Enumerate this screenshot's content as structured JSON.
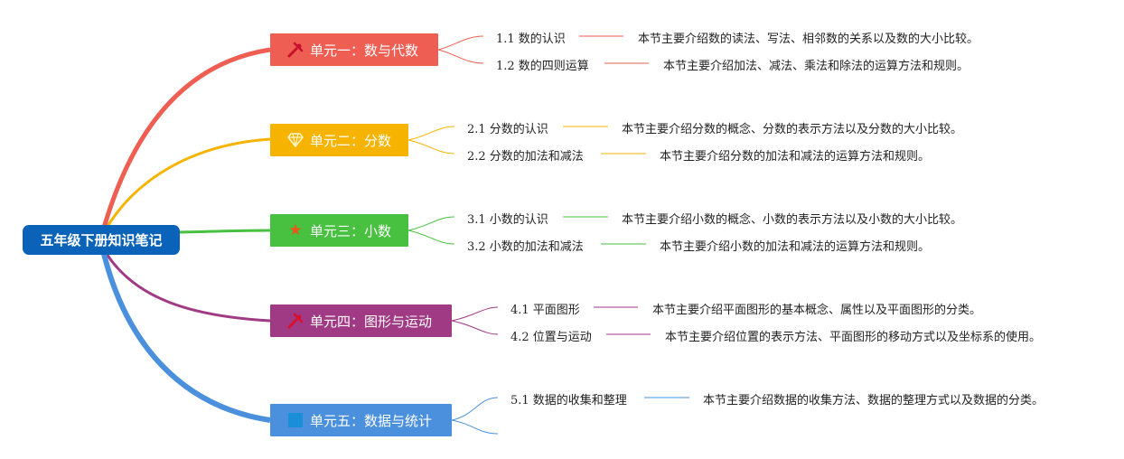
{
  "root": {
    "label": "五年级下册知识笔记"
  },
  "units": [
    {
      "label": "单元一：数与代数",
      "color": "#ee5e52",
      "icon": "tools-icon",
      "topics": [
        {
          "title": "1.1 数的认识",
          "desc": "本节主要介绍数的读法、写法、相邻数的关系以及数的大小比较。"
        },
        {
          "title": "1.2 数的四则运算",
          "desc": "本节主要介绍加法、减法、乘法和除法的运算方法和规则。"
        }
      ]
    },
    {
      "label": "单元二：分数",
      "color": "#f6b300",
      "icon": "diamond-icon",
      "topics": [
        {
          "title": "2.1 分数的认识",
          "desc": "本节主要介绍分数的概念、分数的表示方法以及分数的大小比较。"
        },
        {
          "title": "2.2 分数的加法和减法",
          "desc": "本节主要介绍分数的加法和减法的运算方法和规则。"
        }
      ]
    },
    {
      "label": "单元三：小数",
      "color": "#47c13f",
      "icon": "star-icon",
      "topics": [
        {
          "title": "3.1 小数的认识",
          "desc": "本节主要介绍小数的概念、小数的表示方法以及小数的大小比较。"
        },
        {
          "title": "3.2 小数的加法和减法",
          "desc": "本节主要介绍小数的加法和减法的运算方法和规则。"
        }
      ]
    },
    {
      "label": "单元四：图形与运动",
      "color": "#a13a84",
      "icon": "tools-icon",
      "topics": [
        {
          "title": "4.1 平面图形",
          "desc": "本节主要介绍平面图形的基本概念、属性以及平面图形的分类。"
        },
        {
          "title": "4.2 位置与运动",
          "desc": "本节主要介绍位置的表示方法、平面图形的移动方式以及坐标系的使用。"
        }
      ]
    },
    {
      "label": "单元五：数据与统计",
      "color": "#4a90dc",
      "icon": "square-icon",
      "topics": [
        {
          "title": "5.1 数据的收集和整理",
          "desc": "本节主要介绍数据的收集方法、数据的整理方式以及数据的分类。"
        }
      ]
    }
  ]
}
